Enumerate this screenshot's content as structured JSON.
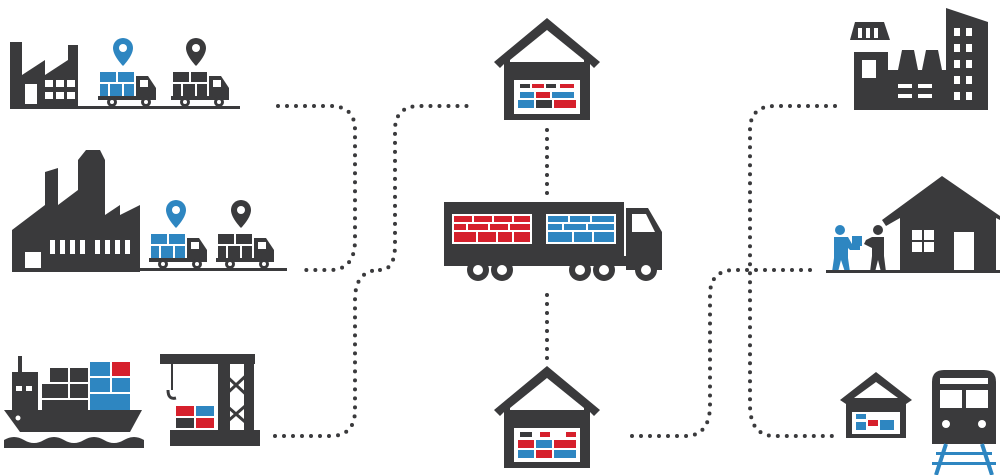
{
  "colors": {
    "dark": "#3a3a3c",
    "blue": "#2e86c1",
    "red": "#d6202c",
    "white": "#ffffff"
  },
  "diagram": {
    "sources": [
      {
        "id": "small-factory-with-trucks",
        "icons": [
          "factory-icon",
          "truck-icon",
          "truck-icon",
          "location-pin-icon",
          "location-pin-icon"
        ]
      },
      {
        "id": "large-factory-with-trucks",
        "icons": [
          "factory-icon",
          "truck-icon",
          "truck-icon",
          "location-pin-icon",
          "location-pin-icon"
        ]
      },
      {
        "id": "port-ship-crane",
        "icons": [
          "container-ship-icon",
          "harbor-crane-icon"
        ]
      }
    ],
    "hub": {
      "icons": [
        "warehouse-icon",
        "semi-truck-icon",
        "warehouse-icon"
      ]
    },
    "destinations": [
      {
        "id": "city-buildings",
        "icons": [
          "city-buildings-icon"
        ]
      },
      {
        "id": "home-delivery",
        "icons": [
          "house-icon",
          "delivery-people-icon"
        ]
      },
      {
        "id": "rail-depot",
        "icons": [
          "warehouse-icon",
          "train-icon"
        ]
      }
    ]
  }
}
